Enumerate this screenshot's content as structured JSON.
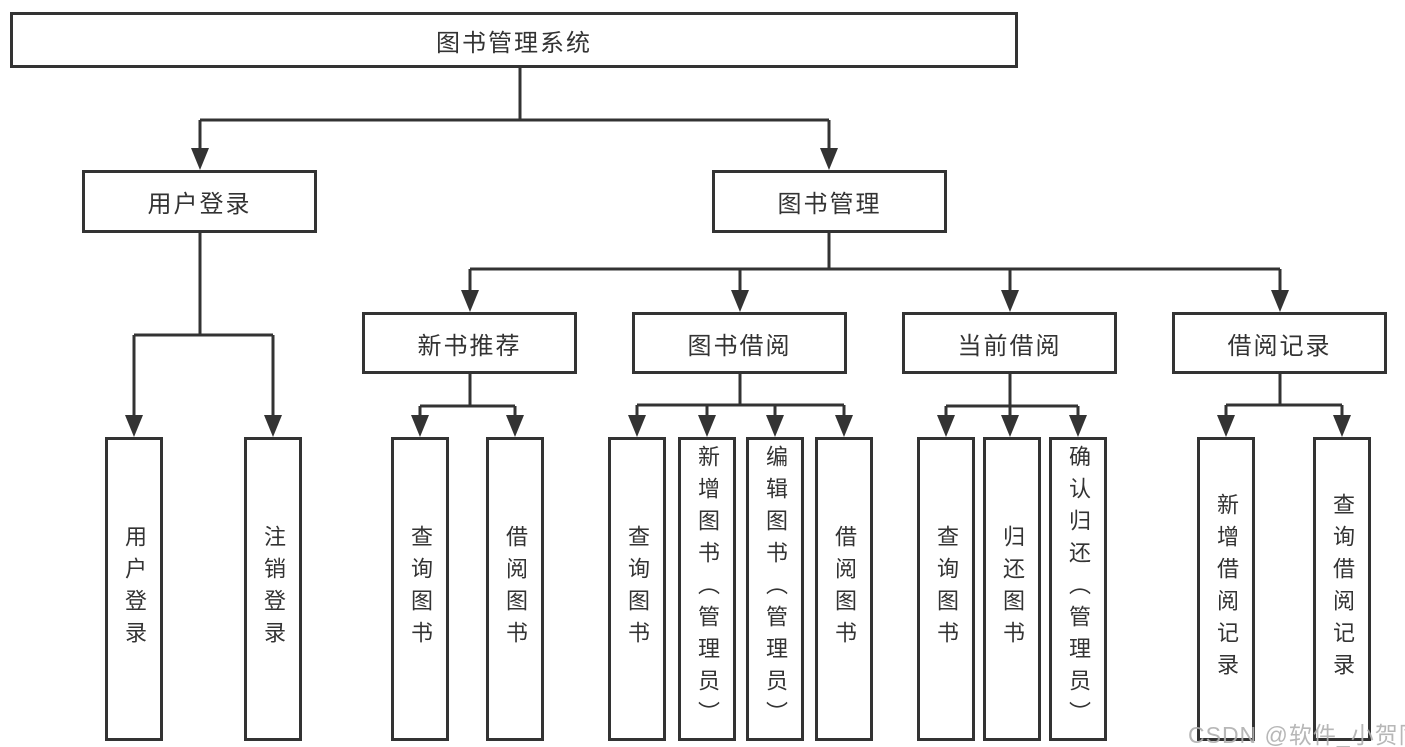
{
  "diagram": {
    "root": {
      "label": "图书管理系统"
    },
    "level2": [
      {
        "label": "用户登录"
      },
      {
        "label": "图书管理"
      }
    ],
    "level3": [
      {
        "label": "新书推荐"
      },
      {
        "label": "图书借阅"
      },
      {
        "label": "当前借阅"
      },
      {
        "label": "借阅记录"
      }
    ],
    "leaves": {
      "user_login": [
        "用户登录",
        "注销登录"
      ],
      "new_book": [
        "查询图书",
        "借阅图书"
      ],
      "book_borrow": [
        "查询图书",
        "新增图书（管理员）",
        "编辑图书（管理员）",
        "借阅图书"
      ],
      "current_borrow": [
        "查询图书",
        "归还图书",
        "确认归还（管理员）"
      ],
      "borrow_record": [
        "新增借阅记录",
        "查询借阅记录"
      ]
    },
    "colors": {
      "line": "#333333",
      "text": "#333333",
      "watermark": "#b0b0b0",
      "background": "#ffffff"
    },
    "watermark": "CSDN @软件_小贺同学"
  }
}
